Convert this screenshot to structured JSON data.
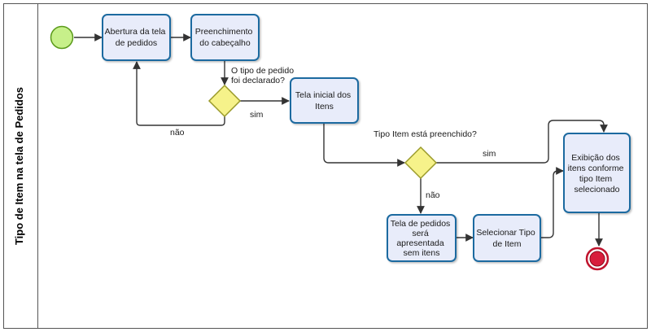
{
  "pool": {
    "title": "Tipo de Item na tela de Pedidos"
  },
  "colors": {
    "task_fill": "#e8ecfa",
    "task_stroke": "#1c6aa0",
    "gateway_fill": "#f6f28a",
    "gateway_stroke": "#9a9a2a",
    "start_fill": "#c7f08a",
    "start_stroke": "#5a9a1a",
    "end_fill": "#d81e3c",
    "end_stroke": "#8a0a1a",
    "edge": "#333333"
  },
  "tasks": {
    "abertura": [
      "Abertura da tela",
      "de pedidos"
    ],
    "preenchimento": [
      "Preenchimento",
      "do cabeçalho"
    ],
    "tela_inicial": [
      "Tela inicial dos",
      "Itens"
    ],
    "tela_pedidos_sem_itens": [
      "Tela de pedidos",
      "será",
      "apresentada",
      "sem itens"
    ],
    "selecionar_tipo": [
      "Selecionar Tipo",
      "de Item"
    ],
    "exibicao_itens": [
      "Exibição dos",
      "itens conforme",
      "tipo Item",
      "selecionado"
    ]
  },
  "gateways": {
    "tipo_pedido": [
      "O tipo de pedido",
      "foi declarado?"
    ],
    "tipo_item": [
      "Tipo Item está preenchido?"
    ]
  },
  "edge_labels": {
    "sim_1": "sim",
    "nao_1": "não",
    "sim_2": "sim",
    "nao_2": "não"
  },
  "events": {
    "start": "start-event",
    "end": "end-event"
  }
}
